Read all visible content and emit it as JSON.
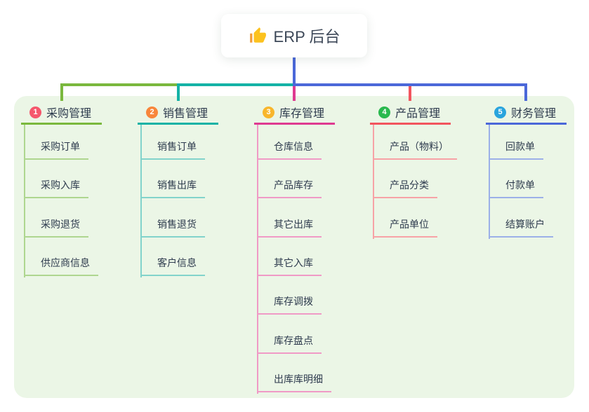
{
  "root": {
    "label": "ERP 后台",
    "icon": "thumbs-up-icon"
  },
  "canvas": {
    "background": "#ebf6e6"
  },
  "connectors": {
    "stem_color": "#4b68d9"
  },
  "branches": [
    {
      "index": "1",
      "label": "采购管理",
      "badge_color": "#f5576c",
      "line_color": "#7ab83d",
      "child_line_color": "#aed68f",
      "children": [
        "采购订单",
        "采购入库",
        "采购退货",
        "供应商信息"
      ]
    },
    {
      "index": "2",
      "label": "销售管理",
      "badge_color": "#f8863b",
      "line_color": "#14b2a6",
      "child_line_color": "#82d3cb",
      "children": [
        "销售订单",
        "销售出库",
        "销售退货",
        "客户信息"
      ]
    },
    {
      "index": "3",
      "label": "库存管理",
      "badge_color": "#f8b62c",
      "line_color": "#df3a91",
      "child_line_color": "#f09ac6",
      "children": [
        "仓库信息",
        "产品库存",
        "其它出库",
        "其它入库",
        "库存调拨",
        "库存盘点",
        "出库库明细"
      ]
    },
    {
      "index": "4",
      "label": "产品管理",
      "badge_color": "#29b94e",
      "line_color": "#f2555e",
      "child_line_color": "#f7a2a6",
      "children": [
        "产品（物料）",
        "产品分类",
        "产品单位"
      ]
    },
    {
      "index": "5",
      "label": "财务管理",
      "badge_color": "#29a4dd",
      "line_color": "#4b68d9",
      "child_line_color": "#9cb0e8",
      "children": [
        "回款单",
        "付款单",
        "结算账户"
      ]
    }
  ]
}
